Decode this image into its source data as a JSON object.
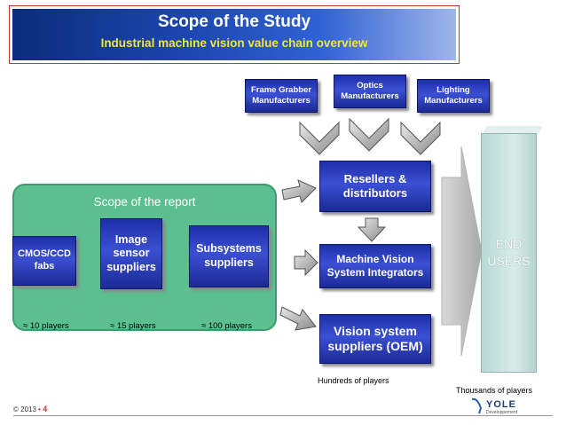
{
  "header": {
    "title": "Scope of the Study",
    "subtitle": "Industrial machine vision value chain overview"
  },
  "top_suppliers": [
    {
      "line1": "Frame Grabber",
      "line2": "Manufacturers"
    },
    {
      "line1": "Optics",
      "line2": "Manufacturers"
    },
    {
      "line1": "Lighting",
      "line2": "Manufacturers"
    }
  ],
  "scope": {
    "title": "Scope of the report",
    "boxes": [
      {
        "line1": "CMOS/CCD",
        "line2": "fabs",
        "line3": ""
      },
      {
        "line1": "Image",
        "line2": "sensor",
        "line3": "suppliers"
      },
      {
        "line1": "Subsystems",
        "line2": "suppliers",
        "line3": ""
      }
    ],
    "players": [
      "≈ 10 players",
      "≈ 15 players",
      "≈ 100 players"
    ]
  },
  "right_boxes": [
    {
      "line1": "Resellers &",
      "line2": "distributors"
    },
    {
      "line1": "Machine Vision",
      "line2": "System Integrators"
    },
    {
      "line1": "Vision system",
      "line2": "suppliers (OEM)"
    }
  ],
  "end_users": {
    "line1": "END",
    "line2": "USERS"
  },
  "notes": {
    "hundreds": "Hundreds of players",
    "thousands": "Thousands of players"
  },
  "footer": {
    "copyright": "© 2013",
    "separator": "•",
    "page": "4"
  },
  "logo": {
    "text": "YOLE",
    "subtext": "Développement"
  },
  "colors": {
    "header_blue": "#1c47b0",
    "subtitle_yellow": "#f6e43a",
    "box_blue": "#2a3dc0",
    "scope_green": "#5bbf8f",
    "end_users_teal": "#c9e3df"
  }
}
